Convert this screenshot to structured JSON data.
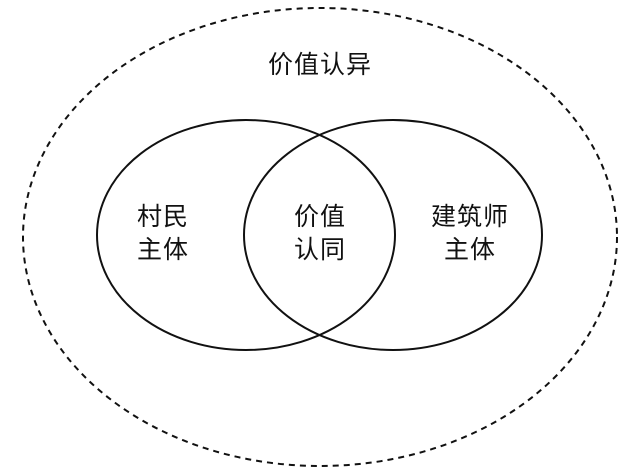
{
  "diagram": {
    "outer_label": "价值认异",
    "left_circle": {
      "line1": "村民",
      "line2": "主体"
    },
    "intersection": {
      "line1": "价值",
      "line2": "认同"
    },
    "right_circle": {
      "line1": "建筑师",
      "line2": "主体"
    },
    "colors": {
      "stroke": "#111111",
      "text": "#111111",
      "background": "#ffffff"
    }
  }
}
